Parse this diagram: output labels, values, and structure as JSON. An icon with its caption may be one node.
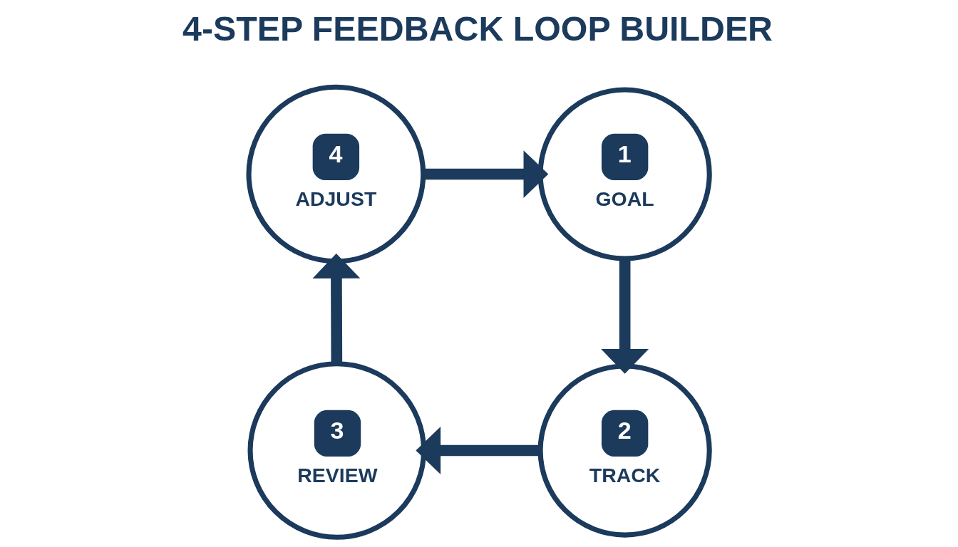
{
  "diagram": {
    "title": "4-STEP FEEDBACK LOOP BUILDER",
    "nodes": [
      {
        "text": [
          "1",
          "GOAL"
        ]
      },
      {
        "text": [
          "2",
          "TRACK"
        ]
      },
      {
        "text": [
          "3",
          "REVIEW"
        ]
      },
      {
        "text": [
          "4",
          "ADJUST"
        ]
      }
    ],
    "edges": [
      {
        "from": 3,
        "to": 0,
        "arrow": "to"
      },
      {
        "from": 0,
        "to": 1,
        "arrow": "to"
      },
      {
        "from": 1,
        "to": 2,
        "arrow": "to"
      },
      {
        "from": 2,
        "to": 3,
        "arrow": "to"
      }
    ]
  }
}
